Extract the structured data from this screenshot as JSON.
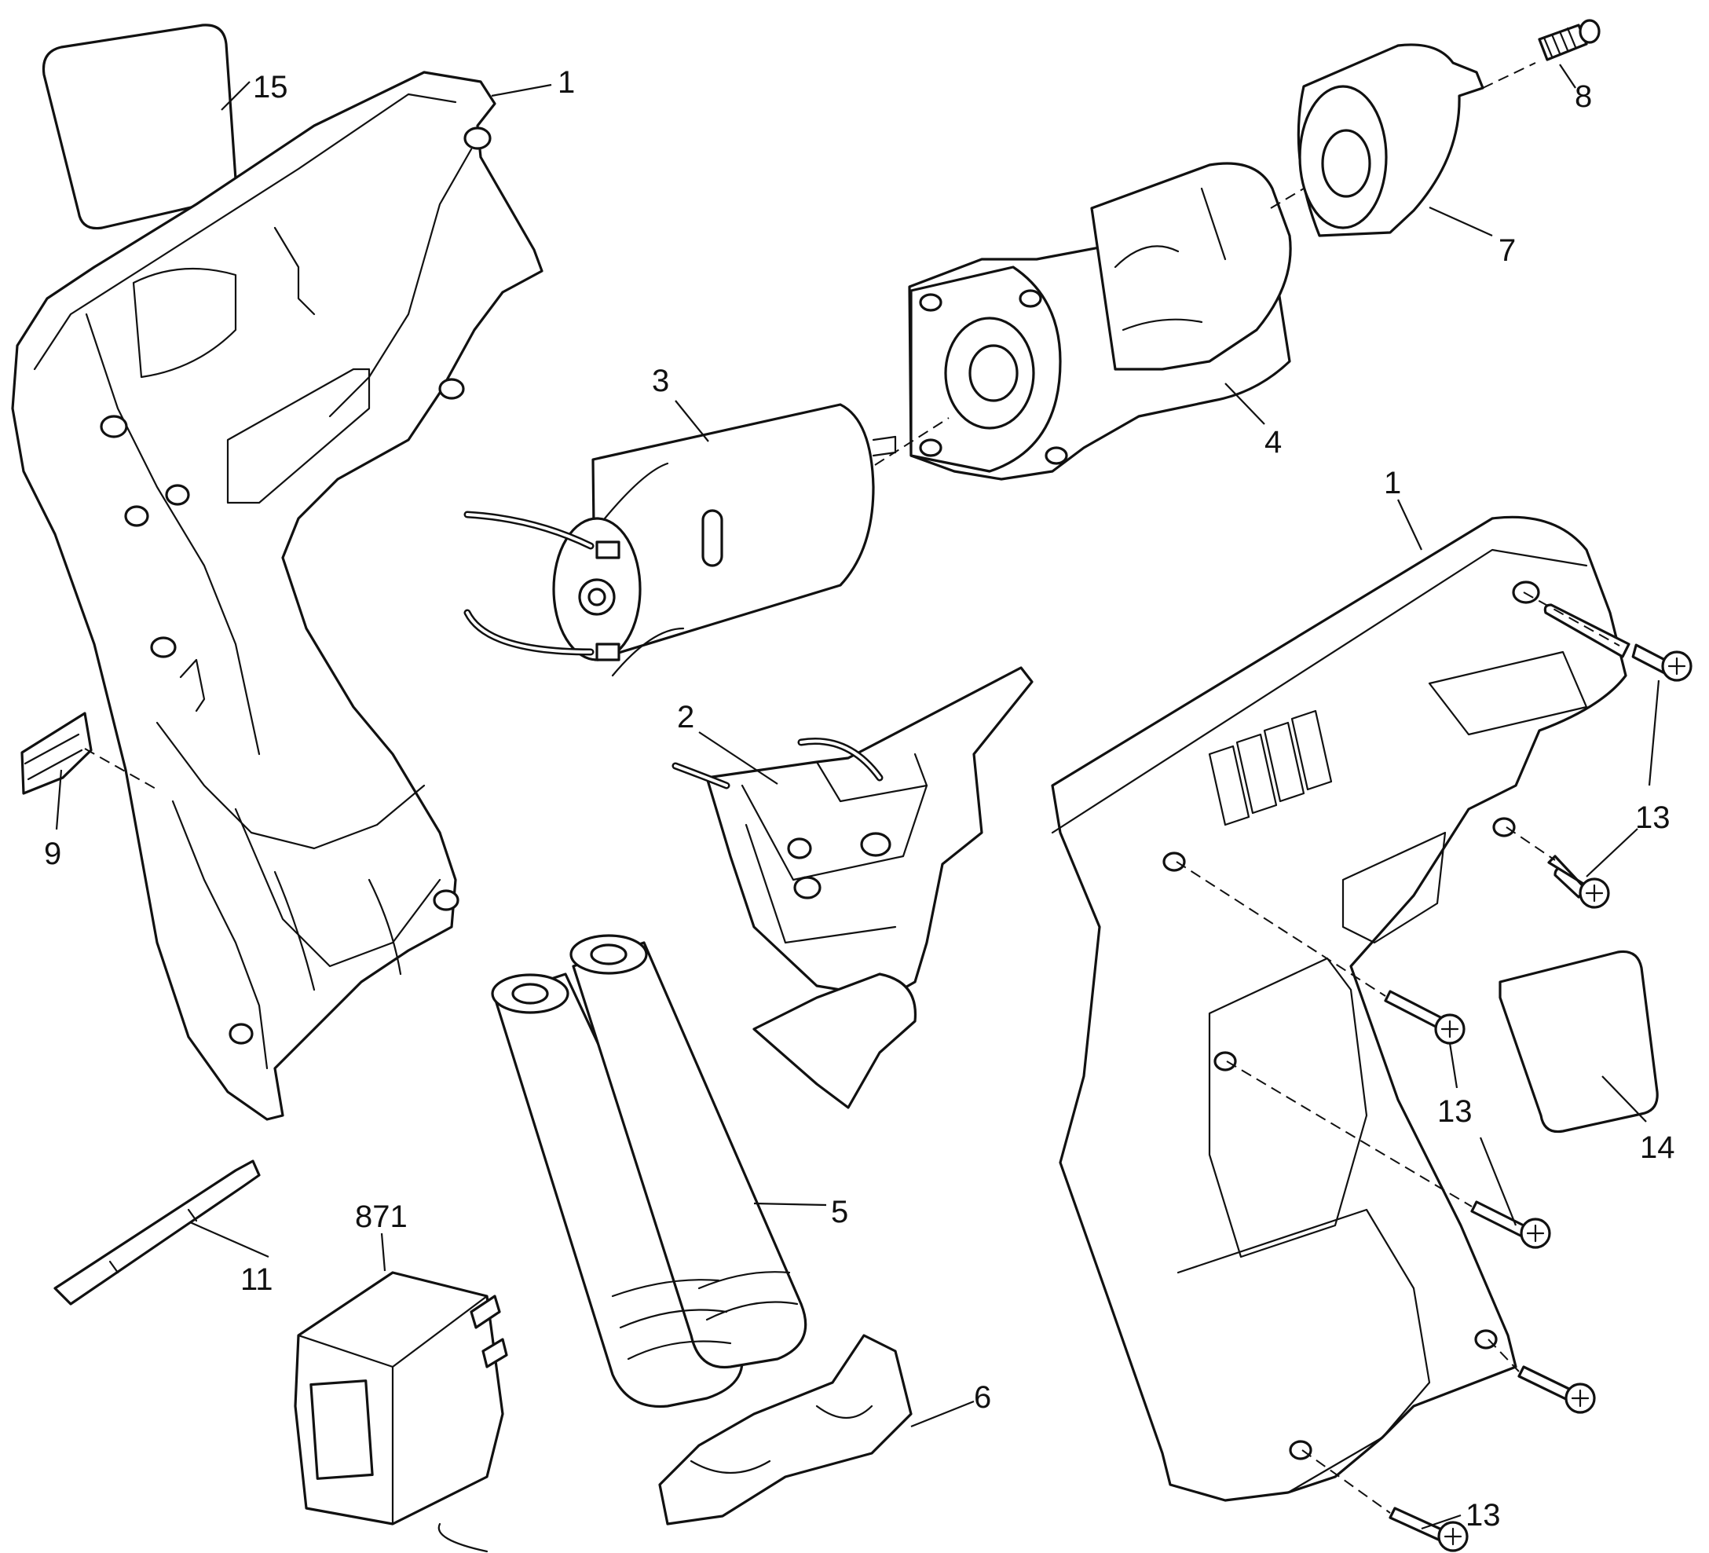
{
  "diagram": {
    "callouts": [
      {
        "id": "c15",
        "text": "15"
      },
      {
        "id": "c1a",
        "text": "1"
      },
      {
        "id": "c8",
        "text": "8"
      },
      {
        "id": "c7",
        "text": "7"
      },
      {
        "id": "c3",
        "text": "3"
      },
      {
        "id": "c4",
        "text": "4"
      },
      {
        "id": "c1b",
        "text": "1"
      },
      {
        "id": "c2",
        "text": "2"
      },
      {
        "id": "c9",
        "text": "9"
      },
      {
        "id": "c13a",
        "text": "13"
      },
      {
        "id": "c13b",
        "text": "13"
      },
      {
        "id": "c14",
        "text": "14"
      },
      {
        "id": "c871",
        "text": "871"
      },
      {
        "id": "c11",
        "text": "11"
      },
      {
        "id": "c5",
        "text": "5"
      },
      {
        "id": "c6",
        "text": "6"
      },
      {
        "id": "c13c",
        "text": "13"
      }
    ]
  }
}
